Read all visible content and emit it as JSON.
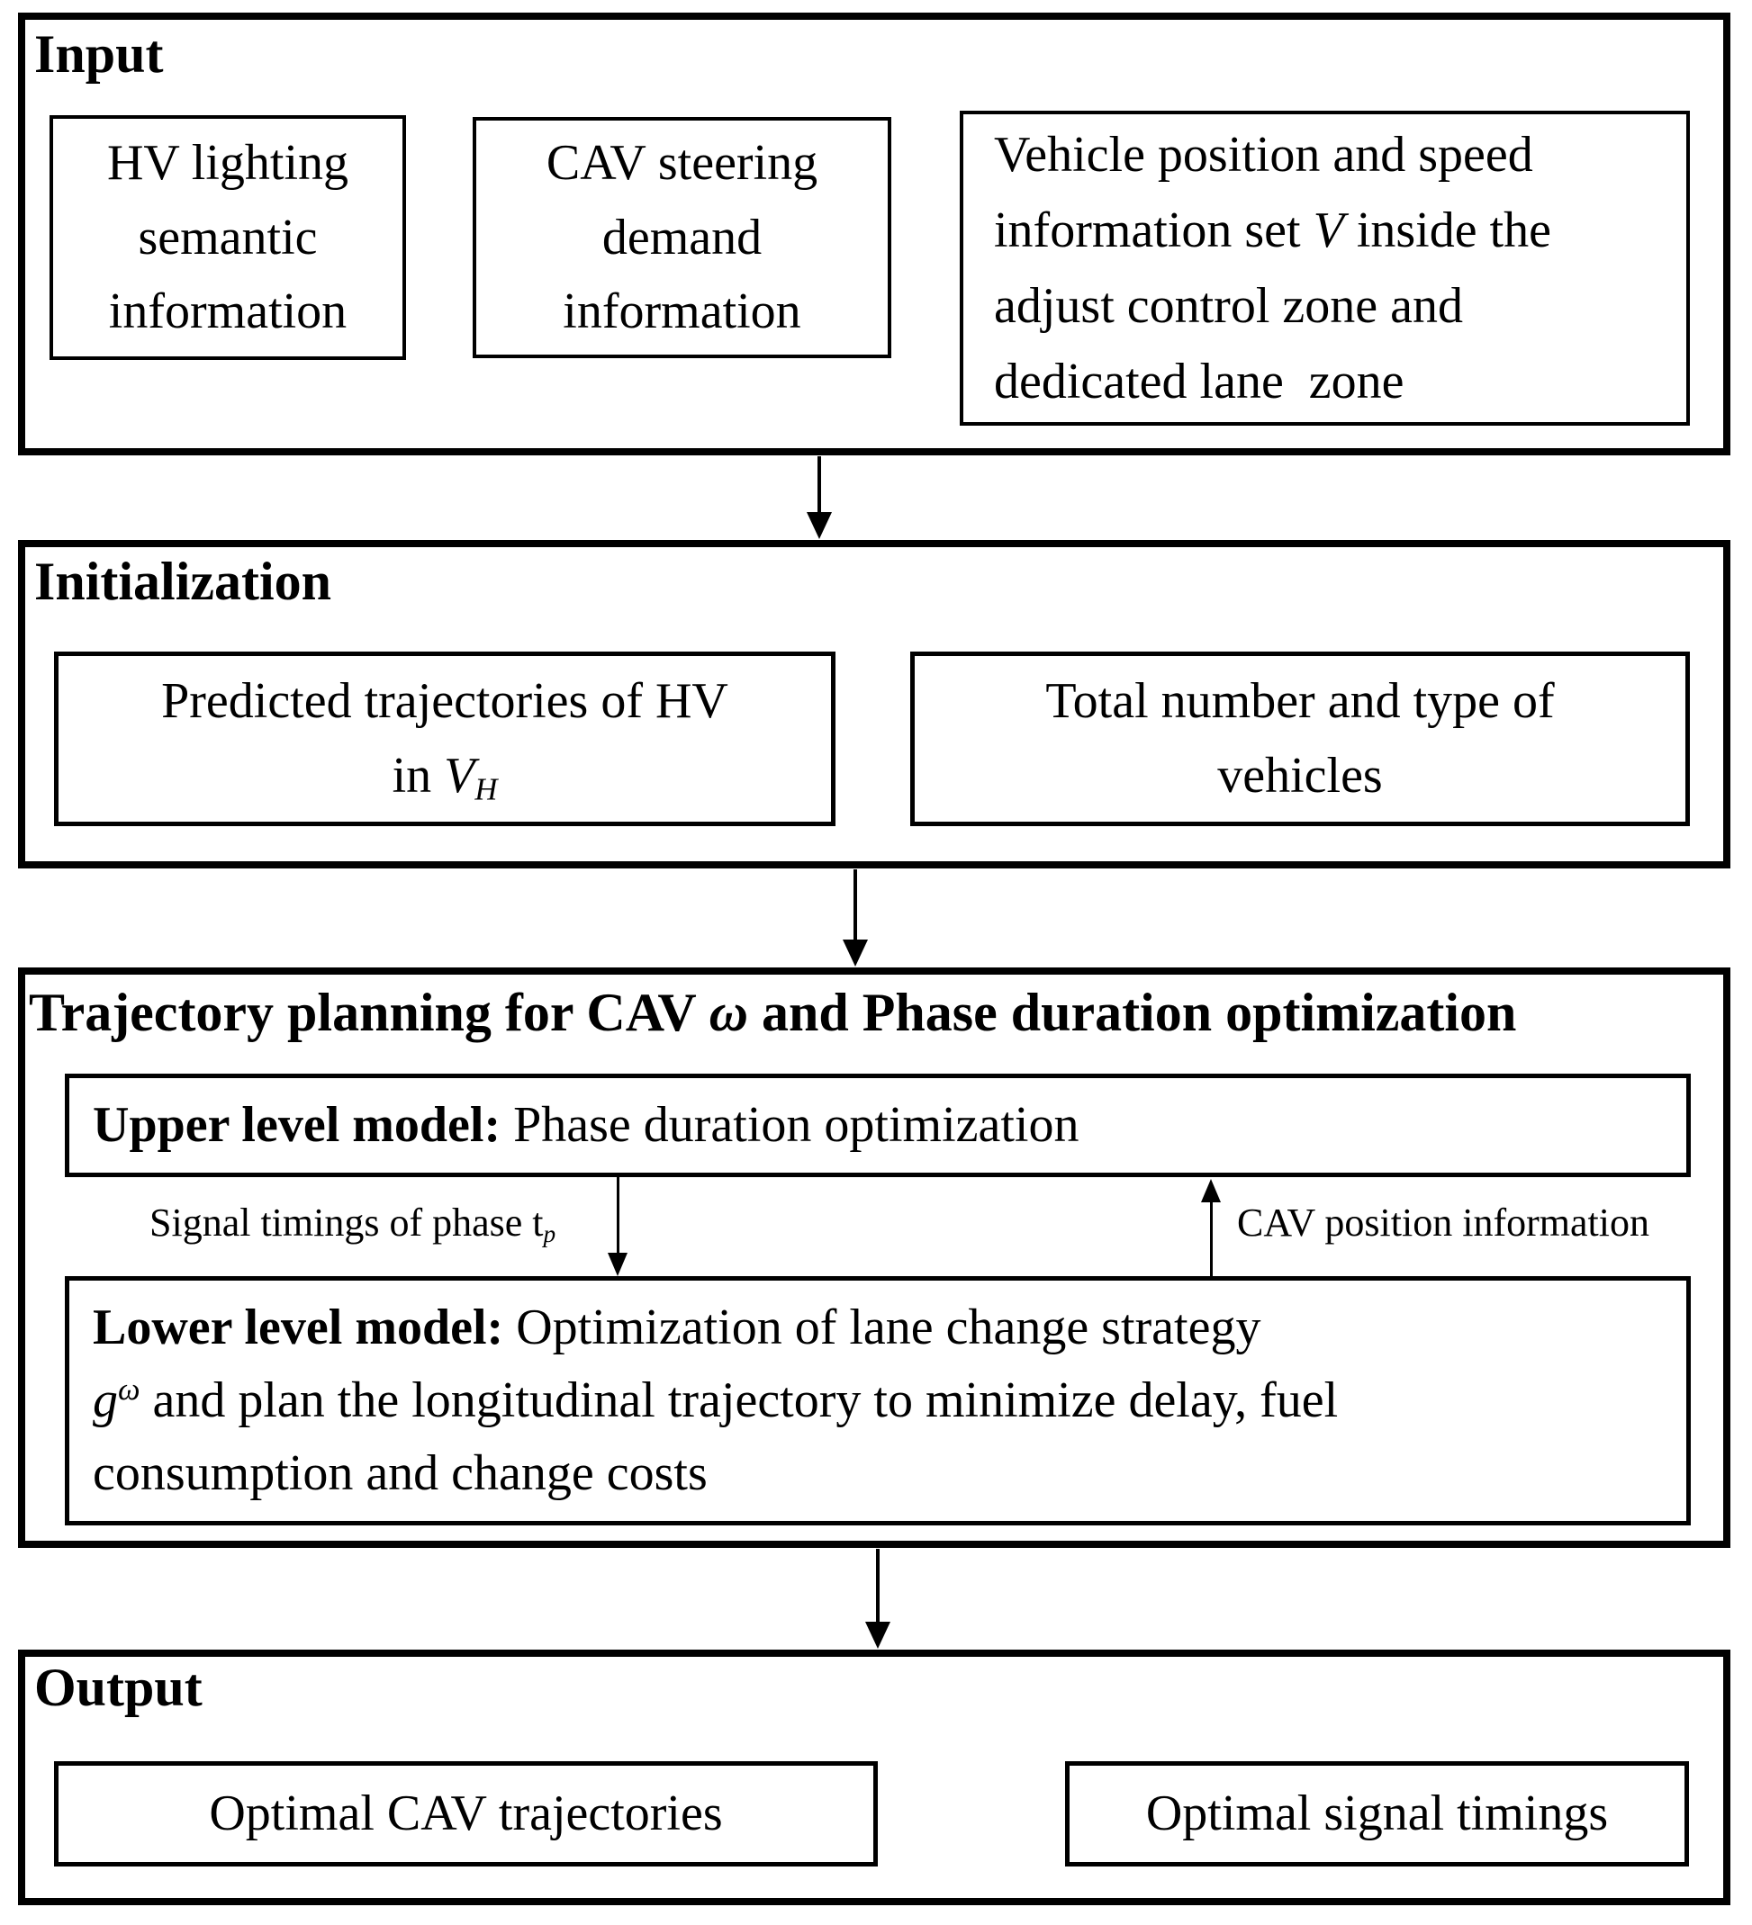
{
  "colors": {
    "ink": "#000000",
    "background": "#ffffff"
  },
  "input": {
    "title": "Input",
    "hv_box": [
      {
        "t": "HV lighting"
      },
      {
        "br": true
      },
      {
        "t": "semantic"
      },
      {
        "br": true
      },
      {
        "t": "information"
      }
    ],
    "cav_box": [
      {
        "t": "CAV steering"
      },
      {
        "br": true
      },
      {
        "t": "demand"
      },
      {
        "br": true
      },
      {
        "t": "information"
      }
    ],
    "vehicle_box": [
      {
        "t": "Vehicle position and speed"
      },
      {
        "br": true
      },
      {
        "t": "information set "
      },
      {
        "t": "V",
        "i": true
      },
      {
        "t": " inside the"
      },
      {
        "br": true
      },
      {
        "t": "adjust control zone and"
      },
      {
        "br": true
      },
      {
        "t": "dedicated lane  zone"
      }
    ]
  },
  "initialization": {
    "title": "Initialization",
    "predicted_box": [
      {
        "t": "Predicted trajectories of HV"
      },
      {
        "br": true
      },
      {
        "t": "in "
      },
      {
        "t": "V",
        "i": true
      },
      {
        "t": "H",
        "i": true,
        "sub": true
      }
    ],
    "total_box": [
      {
        "t": "Total number and type of"
      },
      {
        "br": true
      },
      {
        "t": "vehicles"
      }
    ]
  },
  "trajectory": {
    "title": [
      {
        "t": "Trajectory planning for CAV "
      },
      {
        "t": "ω",
        "i": true
      },
      {
        "t": " and Phase duration optimization"
      }
    ],
    "upper_box": [
      {
        "t": "Upper level model:",
        "b": true
      },
      {
        "t": " Phase duration optimization"
      }
    ],
    "signal_label": [
      {
        "t": "Signal timings of phase t"
      },
      {
        "t": "p",
        "i": true,
        "sub": true
      }
    ],
    "cav_label": [
      {
        "t": "CAV position information"
      }
    ],
    "lower_box": [
      {
        "t": "Lower level model:",
        "b": true
      },
      {
        "t": " Optimization of lane change strategy"
      },
      {
        "br": true
      },
      {
        "t": "g",
        "i": true
      },
      {
        "t": "ω",
        "i": true,
        "sup": true
      },
      {
        "t": " and plan the longitudinal trajectory to minimize delay, fuel"
      },
      {
        "br": true
      },
      {
        "t": "consumption and change costs"
      }
    ]
  },
  "output": {
    "title": "Output",
    "cav_trajectories": "Optimal CAV trajectories",
    "signal_timings": "Optimal signal timings"
  }
}
